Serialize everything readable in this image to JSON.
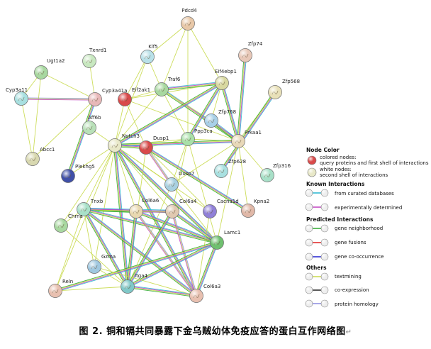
{
  "caption": "图 2.  铜和镉共同暴露下金乌贼幼体免疫应答的蛋白互作网络图",
  "caption_mark": "↵",
  "nodes": [
    {
      "id": "Pdcd4",
      "label": "Pdcd4",
      "type": "white"
    },
    {
      "id": "Txnrd1",
      "label": "Txnrd1",
      "type": "white"
    },
    {
      "id": "Klf5",
      "label": "Klf5",
      "type": "white"
    },
    {
      "id": "Zfp74",
      "label": "Zfp74",
      "type": "white"
    },
    {
      "id": "Ugt1a2",
      "label": "Ugt1a2",
      "type": "white"
    },
    {
      "id": "Cyp3a11",
      "label": "Cyp3a11",
      "type": "white"
    },
    {
      "id": "Cyp3a41a",
      "label": "Cyp3a41a",
      "type": "white"
    },
    {
      "id": "Traf6",
      "label": "Traf6",
      "type": "white"
    },
    {
      "id": "Eif4ebp1",
      "label": "Eif4ebp1",
      "type": "white"
    },
    {
      "id": "Zfp568",
      "label": "Zfp568",
      "type": "white"
    },
    {
      "id": "Eif2ak1",
      "label": "Eif2ak1",
      "type": "query"
    },
    {
      "id": "Zfp768",
      "label": "Zfp768",
      "type": "white"
    },
    {
      "id": "Aff6b",
      "label": "Aff6b",
      "type": "white"
    },
    {
      "id": "Ppp3ca",
      "label": "Ppp3ca",
      "type": "white"
    },
    {
      "id": "Prkaa1",
      "label": "Prkaa1",
      "type": "white"
    },
    {
      "id": "Notch3",
      "label": "Notch3",
      "type": "white"
    },
    {
      "id": "Dusp1",
      "label": "Dusp1",
      "type": "query"
    },
    {
      "id": "Abcc1",
      "label": "Abcc1",
      "type": "white"
    },
    {
      "id": "Plekhg5",
      "label": "Plekhg5",
      "type": "white"
    },
    {
      "id": "Zfp628",
      "label": "Zfp628",
      "type": "white"
    },
    {
      "id": "Zfp316",
      "label": "Zfp316",
      "type": "white"
    },
    {
      "id": "Dusp7",
      "label": "Dusp7",
      "type": "white"
    },
    {
      "id": "Tnxb",
      "label": "Tnxb",
      "type": "white"
    },
    {
      "id": "Col6a6",
      "label": "Col6a6",
      "type": "white"
    },
    {
      "id": "Col6a4",
      "label": "Col6a4",
      "type": "white"
    },
    {
      "id": "Cacna1d",
      "label": "Cacna1d",
      "type": "white"
    },
    {
      "id": "Kpna2",
      "label": "Kpna2",
      "type": "white"
    },
    {
      "id": "Chrna",
      "label": "Chrna",
      "type": "white"
    },
    {
      "id": "Lamc1",
      "label": "Lamc1",
      "type": "white"
    },
    {
      "id": "Gzma",
      "label": "Gzma",
      "type": "white"
    },
    {
      "id": "Itga4",
      "label": "Itga4",
      "type": "white"
    },
    {
      "id": "Reln",
      "label": "Reln",
      "type": "white"
    },
    {
      "id": "Col6a3",
      "label": "Col6a3",
      "type": "white"
    }
  ],
  "edges": [
    [
      "Pdcd4",
      "Traf6",
      "text"
    ],
    [
      "Pdcd4",
      "Eif4ebp1",
      "text"
    ],
    [
      "Pdcd4",
      "Ppp3ca",
      "text"
    ],
    [
      "Pdcd4",
      "Klf5",
      "text"
    ],
    [
      "Txnrd1",
      "Cyp3a41a",
      "text"
    ],
    [
      "Klf5",
      "Traf6",
      "text"
    ],
    [
      "Klf5",
      "Eif2ak1",
      "text"
    ],
    [
      "Klf5",
      "Notch3",
      "text"
    ],
    [
      "Zfp74",
      "Prkaa1",
      "exp"
    ],
    [
      "Ugt1a2",
      "Cyp3a11",
      "text"
    ],
    [
      "Ugt1a2",
      "Cyp3a41a",
      "text"
    ],
    [
      "Ugt1a2",
      "Abcc1",
      "text"
    ],
    [
      "Cyp3a11",
      "Cyp3a41a",
      "homology"
    ],
    [
      "Cyp3a11",
      "Abcc1",
      "text"
    ],
    [
      "Cyp3a41a",
      "Abcc1",
      "text"
    ],
    [
      "Cyp3a41a",
      "Plekhg5",
      "exp"
    ],
    [
      "Eif2ak1",
      "Traf6",
      "text"
    ],
    [
      "Eif2ak1",
      "Eif4ebp1",
      "text"
    ],
    [
      "Eif2ak1",
      "Notch3",
      "text"
    ],
    [
      "Eif2ak1",
      "Prkaa1",
      "text"
    ],
    [
      "Eif2ak1",
      "Dusp1",
      "text"
    ],
    [
      "Traf6",
      "Eif4ebp1",
      "exp"
    ],
    [
      "Traf6",
      "Prkaa1",
      "exp"
    ],
    [
      "Traf6",
      "Notch3",
      "text"
    ],
    [
      "Traf6",
      "Ppp3ca",
      "text"
    ],
    [
      "Traf6",
      "Zfp768",
      "text"
    ],
    [
      "Eif4ebp1",
      "Prkaa1",
      "exp"
    ],
    [
      "Eif4ebp1",
      "Ppp3ca",
      "exp"
    ],
    [
      "Eif4ebp1",
      "Notch3",
      "exp"
    ],
    [
      "Eif4ebp1",
      "Zfp768",
      "text"
    ],
    [
      "Zfp568",
      "Prkaa1",
      "text"
    ],
    [
      "Zfp568",
      "Zfp628",
      "exp"
    ],
    [
      "Zfp768",
      "Prkaa1",
      "exp"
    ],
    [
      "Ppp3ca",
      "Prkaa1",
      "text"
    ],
    [
      "Ppp3ca",
      "Notch3",
      "text"
    ],
    [
      "Ppp3ca",
      "Dusp1",
      "text"
    ],
    [
      "Ppp3ca",
      "Dusp7",
      "text"
    ],
    [
      "Ppp3ca",
      "Lamc1",
      "text"
    ],
    [
      "Ppp3ca",
      "Col6a4",
      "text"
    ],
    [
      "Prkaa1",
      "Zfp316",
      "text"
    ],
    [
      "Prkaa1",
      "Kpna2",
      "text"
    ],
    [
      "Prkaa1",
      "Lamc1",
      "text"
    ],
    [
      "Prkaa1",
      "Notch3",
      "exp"
    ],
    [
      "Prkaa1",
      "Dusp7",
      "text"
    ],
    [
      "Aff6b",
      "Notch3",
      "text"
    ],
    [
      "Notch3",
      "Dusp1",
      "exp"
    ],
    [
      "Notch3",
      "Tnxb",
      "text"
    ],
    [
      "Notch3",
      "Itga4",
      "exp"
    ],
    [
      "Notch3",
      "Col6a6",
      "text"
    ],
    [
      "Notch3",
      "Col6a4",
      "text"
    ],
    [
      "Notch3",
      "Lamc1",
      "exp"
    ],
    [
      "Notch3",
      "Col6a3",
      "exp"
    ],
    [
      "Notch3",
      "Plekhg5",
      "text"
    ],
    [
      "Notch3",
      "Chrna",
      "text"
    ],
    [
      "Notch3",
      "Gzma",
      "text"
    ],
    [
      "Notch3",
      "Cacna1d",
      "text"
    ],
    [
      "Notch3",
      "Dusp7",
      "text"
    ],
    [
      "Notch3",
      "Reln",
      "text"
    ],
    [
      "Dusp1",
      "Dusp7",
      "homology"
    ],
    [
      "Dusp1",
      "Kpna2",
      "exp"
    ],
    [
      "Dusp1",
      "Cacna1d",
      "text"
    ],
    [
      "Dusp1",
      "Itga4",
      "text"
    ],
    [
      "Dusp7",
      "Itga4",
      "text"
    ],
    [
      "Dusp7",
      "Lamc1",
      "text"
    ],
    [
      "Tnxb",
      "Col6a6",
      "exp"
    ],
    [
      "Tnxb",
      "Col6a4",
      "exp"
    ],
    [
      "Tnxb",
      "Lamc1",
      "exp"
    ],
    [
      "Tnxb",
      "Itga4",
      "exp"
    ],
    [
      "Tnxb",
      "Col6a3",
      "exp"
    ],
    [
      "Tnxb",
      "Chrna",
      "text"
    ],
    [
      "Tnxb",
      "Gzma",
      "text"
    ],
    [
      "Tnxb",
      "Reln",
      "text"
    ],
    [
      "Col6a6",
      "Col6a4",
      "homology"
    ],
    [
      "Col6a6",
      "Lamc1",
      "exp"
    ],
    [
      "Col6a6",
      "Itga4",
      "exp"
    ],
    [
      "Col6a6",
      "Col6a3",
      "homology"
    ],
    [
      "Col6a4",
      "Lamc1",
      "exp"
    ],
    [
      "Col6a4",
      "Itga4",
      "exp"
    ],
    [
      "Col6a4",
      "Col6a3",
      "homology"
    ],
    [
      "Cacna1d",
      "Col6a3",
      "text"
    ],
    [
      "Lamc1",
      "Itga4",
      "exp"
    ],
    [
      "Lamc1",
      "Col6a3",
      "exp"
    ],
    [
      "Lamc1",
      "Reln",
      "exp"
    ],
    [
      "Chrna",
      "Itga4",
      "text"
    ],
    [
      "Gzma",
      "Itga4",
      "text"
    ],
    [
      "Reln",
      "Itga4",
      "text"
    ],
    [
      "Itga4",
      "Col6a3",
      "exp"
    ],
    [
      "Gzma",
      "Col6a3",
      "text"
    ]
  ],
  "legend": {
    "node_color_title": "Node Color",
    "query_line1": "colored nodes:",
    "query_line2": "query proteins and first shell of interactions",
    "white_line1": "white nodes:",
    "white_line2": "second shell of interactions",
    "known_title": "Known Interactions",
    "curated": "from curated databases",
    "experimental": "experimentally determined",
    "predicted_title": "Predicted Interactions",
    "neighborhood": "gene neighborhood",
    "fusions": "gene fusions",
    "cooccurrence": "gene co-occurrence",
    "others_title": "Others",
    "textmining": "textmining",
    "coexpression": "co-expression",
    "homology": "protein homology"
  },
  "colors": {
    "textmining": "#c8d94a",
    "experimental": "#c040c0",
    "curated": "#27b5d0",
    "neighborhood": "#2ea82e",
    "fusions": "#e02020",
    "cooccurrence": "#2020d0",
    "coexpression": "#222222",
    "homology": "#8b8ce0",
    "query_node": "#d94a4a"
  }
}
